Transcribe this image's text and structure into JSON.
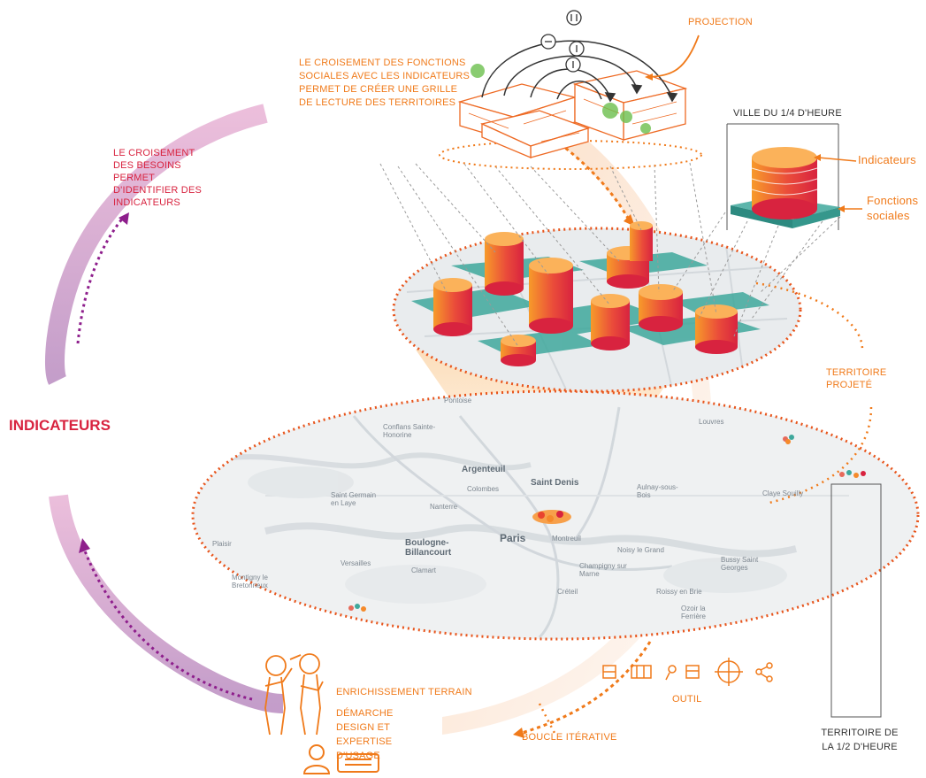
{
  "labels": {
    "projection": "PROJECTION",
    "croisement_fonctions": "LE CROISEMENT DES FONCTIONS SOCIALES AVEC LES INDICATEURS PERMET DE CRÉER UNE GRILLE DE LECTURE DES TERRITOIRES",
    "croisement_besoins": "LE CROISEMENT DES BESOINS PERMET D'IDENTIFIER DES INDICATEURS",
    "ville_quart": "VILLE DU 1/4 D'HEURE",
    "indicateurs_legend": "Indicateurs",
    "fonctions_sociales": "Fonctions sociales",
    "territoire_projete": "TERRITOIRE PROJETÉ",
    "indicateurs_main": "INDICATEURS",
    "enrichissement": "ENRICHISSEMENT TERRAIN",
    "demarche": "DÉMARCHE DESIGN ET EXPERTISE D'USAGE",
    "outil": "OUTIL",
    "boucle": "BOUCLE ITÉRATIVE",
    "territoire_demi": "TERRITOIRE DE LA 1/2 D'HEURE"
  },
  "map_places": [
    "Pontoise",
    "Conflans Sainte-Honorine",
    "Argenteuil",
    "Saint Denis",
    "Colombes",
    "Saint Germain en Laye",
    "Nanterre",
    "Paris",
    "Montreuil",
    "Boulogne-Billancourt",
    "Versailles",
    "Clamart",
    "Aulnay-sous-Bois",
    "Noisy le Grand",
    "Champigny sur Marne",
    "Créteil",
    "Bussy Saint Georges",
    "Roissy en Brie",
    "Ozoir la Ferrière",
    "Claye Souilly",
    "Montigny le Bretonneux",
    "Plaisir",
    "Louvres"
  ],
  "icons": [
    "projection-icons",
    "tool-icons",
    "people-sketch",
    "user-message-icon"
  ],
  "colors": {
    "orange": "#f07a1a",
    "red": "#d8233f",
    "purple": "#8e1e8c",
    "teal": "#3fa89c",
    "loop": "#d9a8c9"
  }
}
